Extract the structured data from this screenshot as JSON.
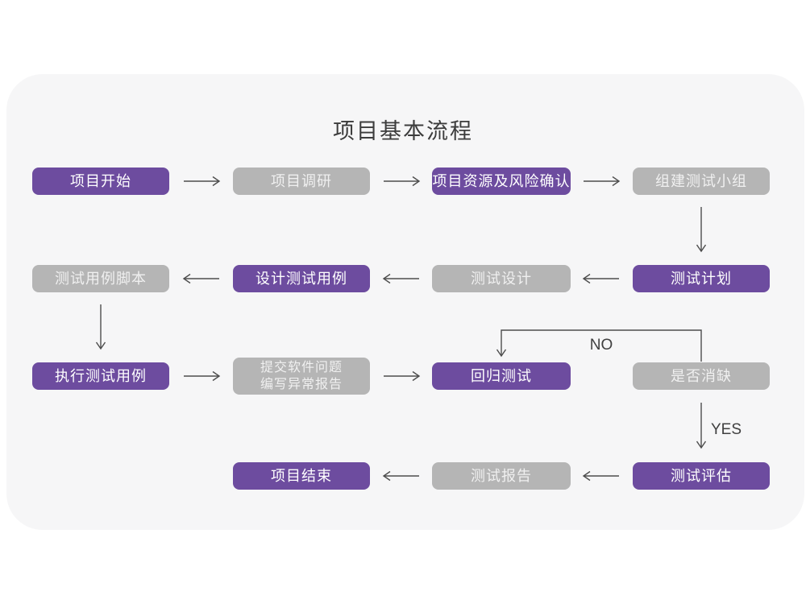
{
  "title": "项目基本流程",
  "colors": {
    "purple": "#6d4c9f",
    "gray": "#b5b5b5",
    "arrow": "#4d4d4d",
    "card_bg": "#f6f6f7",
    "title_color": "#3c3c3c"
  },
  "nodes": {
    "start": {
      "label": "项目开始",
      "variant": "purple"
    },
    "research": {
      "label": "项目调研",
      "variant": "gray"
    },
    "risk": {
      "label": "项目资源及风险确认",
      "variant": "purple"
    },
    "team": {
      "label": "组建测试小组",
      "variant": "gray"
    },
    "plan": {
      "label": "测试计划",
      "variant": "purple"
    },
    "design": {
      "label": "测试设计",
      "variant": "gray"
    },
    "case_design": {
      "label": "设计测试用例",
      "variant": "purple"
    },
    "case_script": {
      "label": "测试用例脚本",
      "variant": "gray"
    },
    "execute": {
      "label": "执行测试用例",
      "variant": "purple"
    },
    "issue_report": {
      "line1": "提交软件问题",
      "line2": "编写异常报告",
      "variant": "gray"
    },
    "regression": {
      "label": "回归测试",
      "variant": "purple"
    },
    "defect_check": {
      "label": "是否消缺",
      "variant": "gray"
    },
    "evaluate": {
      "label": "测试评估",
      "variant": "purple"
    },
    "report": {
      "label": "测试报告",
      "variant": "gray"
    },
    "end": {
      "label": "项目结束",
      "variant": "purple"
    }
  },
  "edge_labels": {
    "no": "NO",
    "yes": "YES"
  },
  "edges": [
    {
      "from": "start",
      "to": "research"
    },
    {
      "from": "research",
      "to": "risk"
    },
    {
      "from": "risk",
      "to": "team"
    },
    {
      "from": "team",
      "to": "plan"
    },
    {
      "from": "plan",
      "to": "design"
    },
    {
      "from": "design",
      "to": "case_design"
    },
    {
      "from": "case_design",
      "to": "case_script"
    },
    {
      "from": "case_script",
      "to": "execute"
    },
    {
      "from": "execute",
      "to": "issue_report"
    },
    {
      "from": "issue_report",
      "to": "regression"
    },
    {
      "from": "regression",
      "to": "defect_check"
    },
    {
      "from": "defect_check",
      "to": "regression",
      "label": "NO"
    },
    {
      "from": "defect_check",
      "to": "evaluate",
      "label": "YES"
    },
    {
      "from": "evaluate",
      "to": "report"
    },
    {
      "from": "report",
      "to": "end"
    }
  ]
}
